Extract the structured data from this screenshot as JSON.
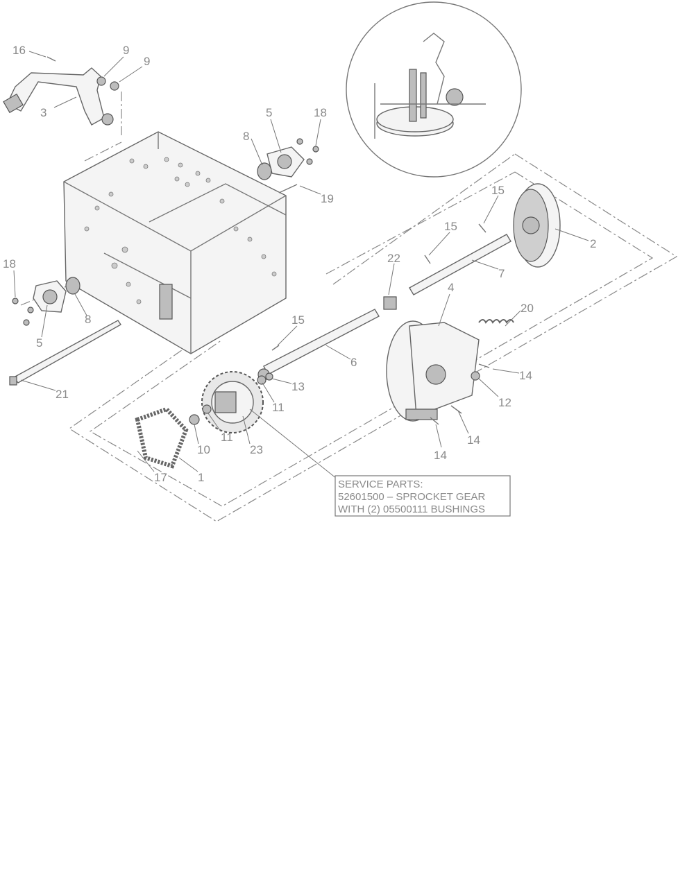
{
  "diagram": {
    "callouts": {
      "c16": "16",
      "c9a": "9",
      "c9b": "9",
      "c3": "3",
      "c5a": "5",
      "c18a": "18",
      "c8a": "8",
      "c19": "19",
      "c18b": "18",
      "c5b": "5",
      "c8b": "8",
      "c21": "21",
      "c15a": "15",
      "c15b": "15",
      "c15c": "15",
      "c2": "2",
      "c22": "22",
      "c7": "7",
      "c4": "4",
      "c20": "20",
      "c6": "6",
      "c13": "13",
      "c11a": "11",
      "c11b": "11",
      "c10": "10",
      "c23": "23",
      "c17": "17",
      "c1": "1",
      "c14a": "14",
      "c14b": "14",
      "c14c": "14",
      "c12": "12"
    },
    "service_note": {
      "line1": "SERVICE PARTS:",
      "line2": "52601500 – SPROCKET GEAR",
      "line3": "WITH (2) 05500111 BUSHINGS"
    }
  }
}
